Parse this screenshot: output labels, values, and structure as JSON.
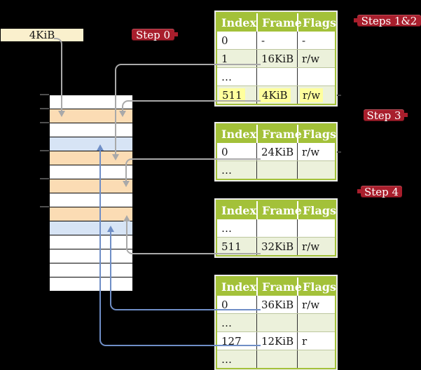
{
  "colors": {
    "table_green": "#a3c139",
    "row_light_green": "#ecf1db",
    "row_white": "#ffffff",
    "mem_orange": "#fbdcb4",
    "mem_blue": "#d7e4f5",
    "label_red": "#a81e2c",
    "frame_box_cream": "#faf0cd",
    "highlight_yellow": "#ffff9d",
    "arrow_gray": "#a9a9a9",
    "arrow_blue": "#6f8ec6",
    "tick_gray": "#4f4f4f",
    "pointer_dash": "#3c3c3c"
  },
  "frame_box": {
    "label": "4KiB"
  },
  "step_labels": [
    {
      "text": "Step 0"
    },
    {
      "text": "Steps 1&2"
    },
    {
      "text": "Step 3"
    },
    {
      "text": "Step 4"
    }
  ],
  "tables": [
    {
      "name": "page-table-steps-1-2",
      "headers": [
        "Index",
        "Frame",
        "Flags"
      ],
      "rows": [
        {
          "cells": [
            "0",
            "-",
            "-"
          ],
          "shaded": false,
          "highlighted": false
        },
        {
          "cells": [
            "1",
            "16KiB",
            "r/w"
          ],
          "shaded": true,
          "highlighted": false
        },
        {
          "cells": [
            "…",
            "",
            ""
          ],
          "shaded": false,
          "highlighted": false
        },
        {
          "cells": [
            "511",
            "4KiB",
            "r/w"
          ],
          "shaded": true,
          "highlighted": true
        }
      ]
    },
    {
      "name": "page-table-step-3",
      "headers": [
        "Index",
        "Frame",
        "Flags"
      ],
      "rows": [
        {
          "cells": [
            "0",
            "24KiB",
            "r/w"
          ],
          "shaded": false,
          "highlighted": false
        },
        {
          "cells": [
            "…",
            "",
            ""
          ],
          "shaded": true,
          "highlighted": false
        }
      ]
    },
    {
      "name": "page-table-step-4",
      "headers": [
        "Index",
        "Frame",
        "Flags"
      ],
      "rows": [
        {
          "cells": [
            "…",
            "",
            ""
          ],
          "shaded": false,
          "highlighted": false
        },
        {
          "cells": [
            "511",
            "32KiB",
            "r/w"
          ],
          "shaded": true,
          "highlighted": false
        }
      ]
    },
    {
      "name": "page-table-final",
      "headers": [
        "Index",
        "Frame",
        "Flags"
      ],
      "rows": [
        {
          "cells": [
            "0",
            "36KiB",
            "r/w"
          ],
          "shaded": false,
          "highlighted": false
        },
        {
          "cells": [
            "…",
            "",
            ""
          ],
          "shaded": true,
          "highlighted": false
        },
        {
          "cells": [
            "127",
            "12KiB",
            "r"
          ],
          "shaded": false,
          "highlighted": false
        },
        {
          "cells": [
            "…",
            "",
            ""
          ],
          "shaded": true,
          "highlighted": false
        }
      ]
    }
  ],
  "memory_column": {
    "rows": [
      {
        "fill": "white"
      },
      {
        "fill": "orange"
      },
      {
        "fill": "white"
      },
      {
        "fill": "blue"
      },
      {
        "fill": "orange"
      },
      {
        "fill": "white"
      },
      {
        "fill": "orange"
      },
      {
        "fill": "white"
      },
      {
        "fill": "orange"
      },
      {
        "fill": "blue"
      },
      {
        "fill": "white"
      },
      {
        "fill": "white"
      },
      {
        "fill": "white"
      },
      {
        "fill": "white"
      }
    ]
  }
}
